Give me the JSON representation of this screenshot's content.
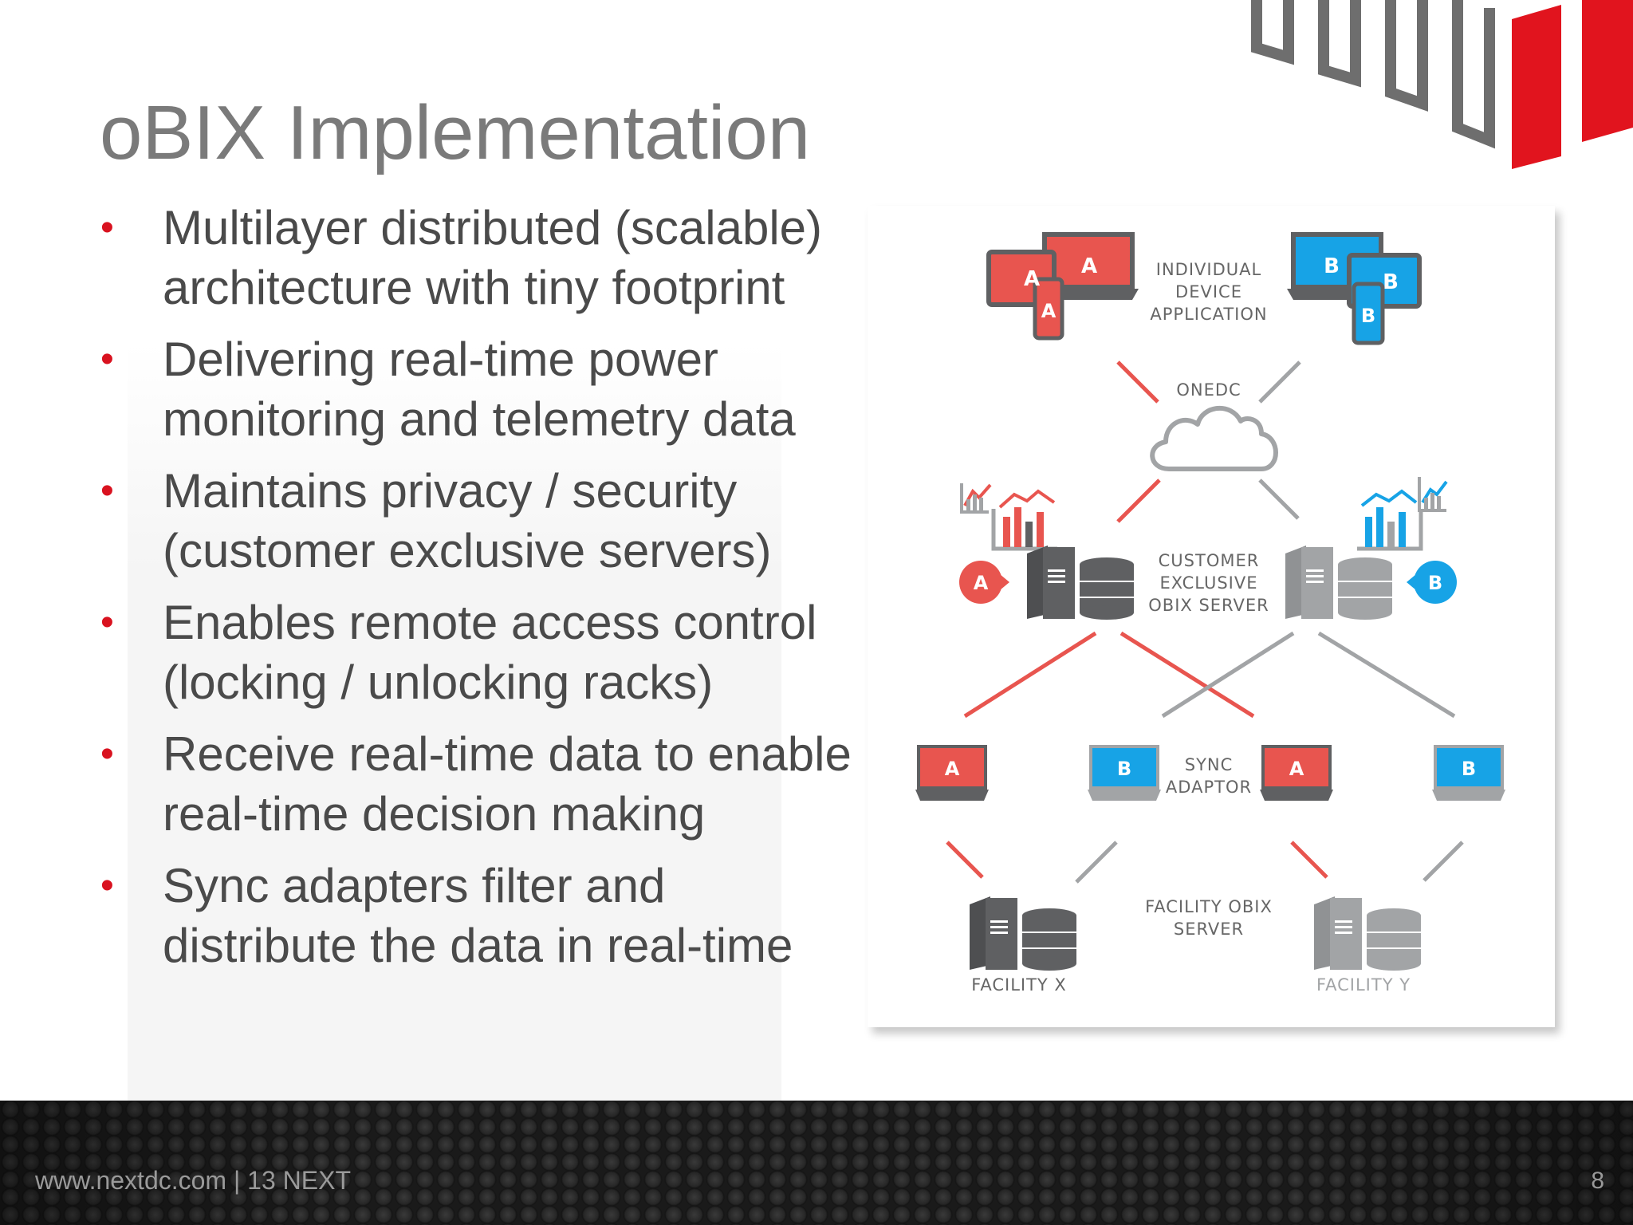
{
  "slide": {
    "title": "oBIX Implementation",
    "bullets": [
      "Multilayer distributed (scalable) architecture with tiny footprint",
      "Delivering real-time power monitoring and telemetry data",
      "Maintains privacy / security (customer exclusive servers)",
      "Enables remote access control (locking / unlocking racks)",
      "Receive real-time data to enable real-time decision making",
      "Sync adapters filter and distribute the data in real-time"
    ],
    "bullet_marker": "•"
  },
  "diagram": {
    "labels": {
      "individual_device_application": [
        "INDIVIDUAL",
        "DEVICE",
        "APPLICATION"
      ],
      "onedc": "ONEDC",
      "customer_exclusive_obix_server": [
        "CUSTOMER",
        "EXCLUSIVE",
        "OBIX SERVER"
      ],
      "sync_adaptor": [
        "SYNC",
        "ADAPTOR"
      ],
      "facility_obix_server": [
        "FACILITY OBIX",
        "SERVER"
      ],
      "facility_x": "FACILITY X",
      "facility_y": "FACILITY Y"
    },
    "badge_a": "A",
    "badge_b": "B",
    "colors": {
      "red": "#e8554f",
      "blue": "#17a3e6",
      "dark_gray": "#5f6062",
      "light_gray": "#a2a4a6"
    }
  },
  "footer": {
    "text": "www.nextdc.com | 13 NEXT",
    "page_number": "8"
  }
}
